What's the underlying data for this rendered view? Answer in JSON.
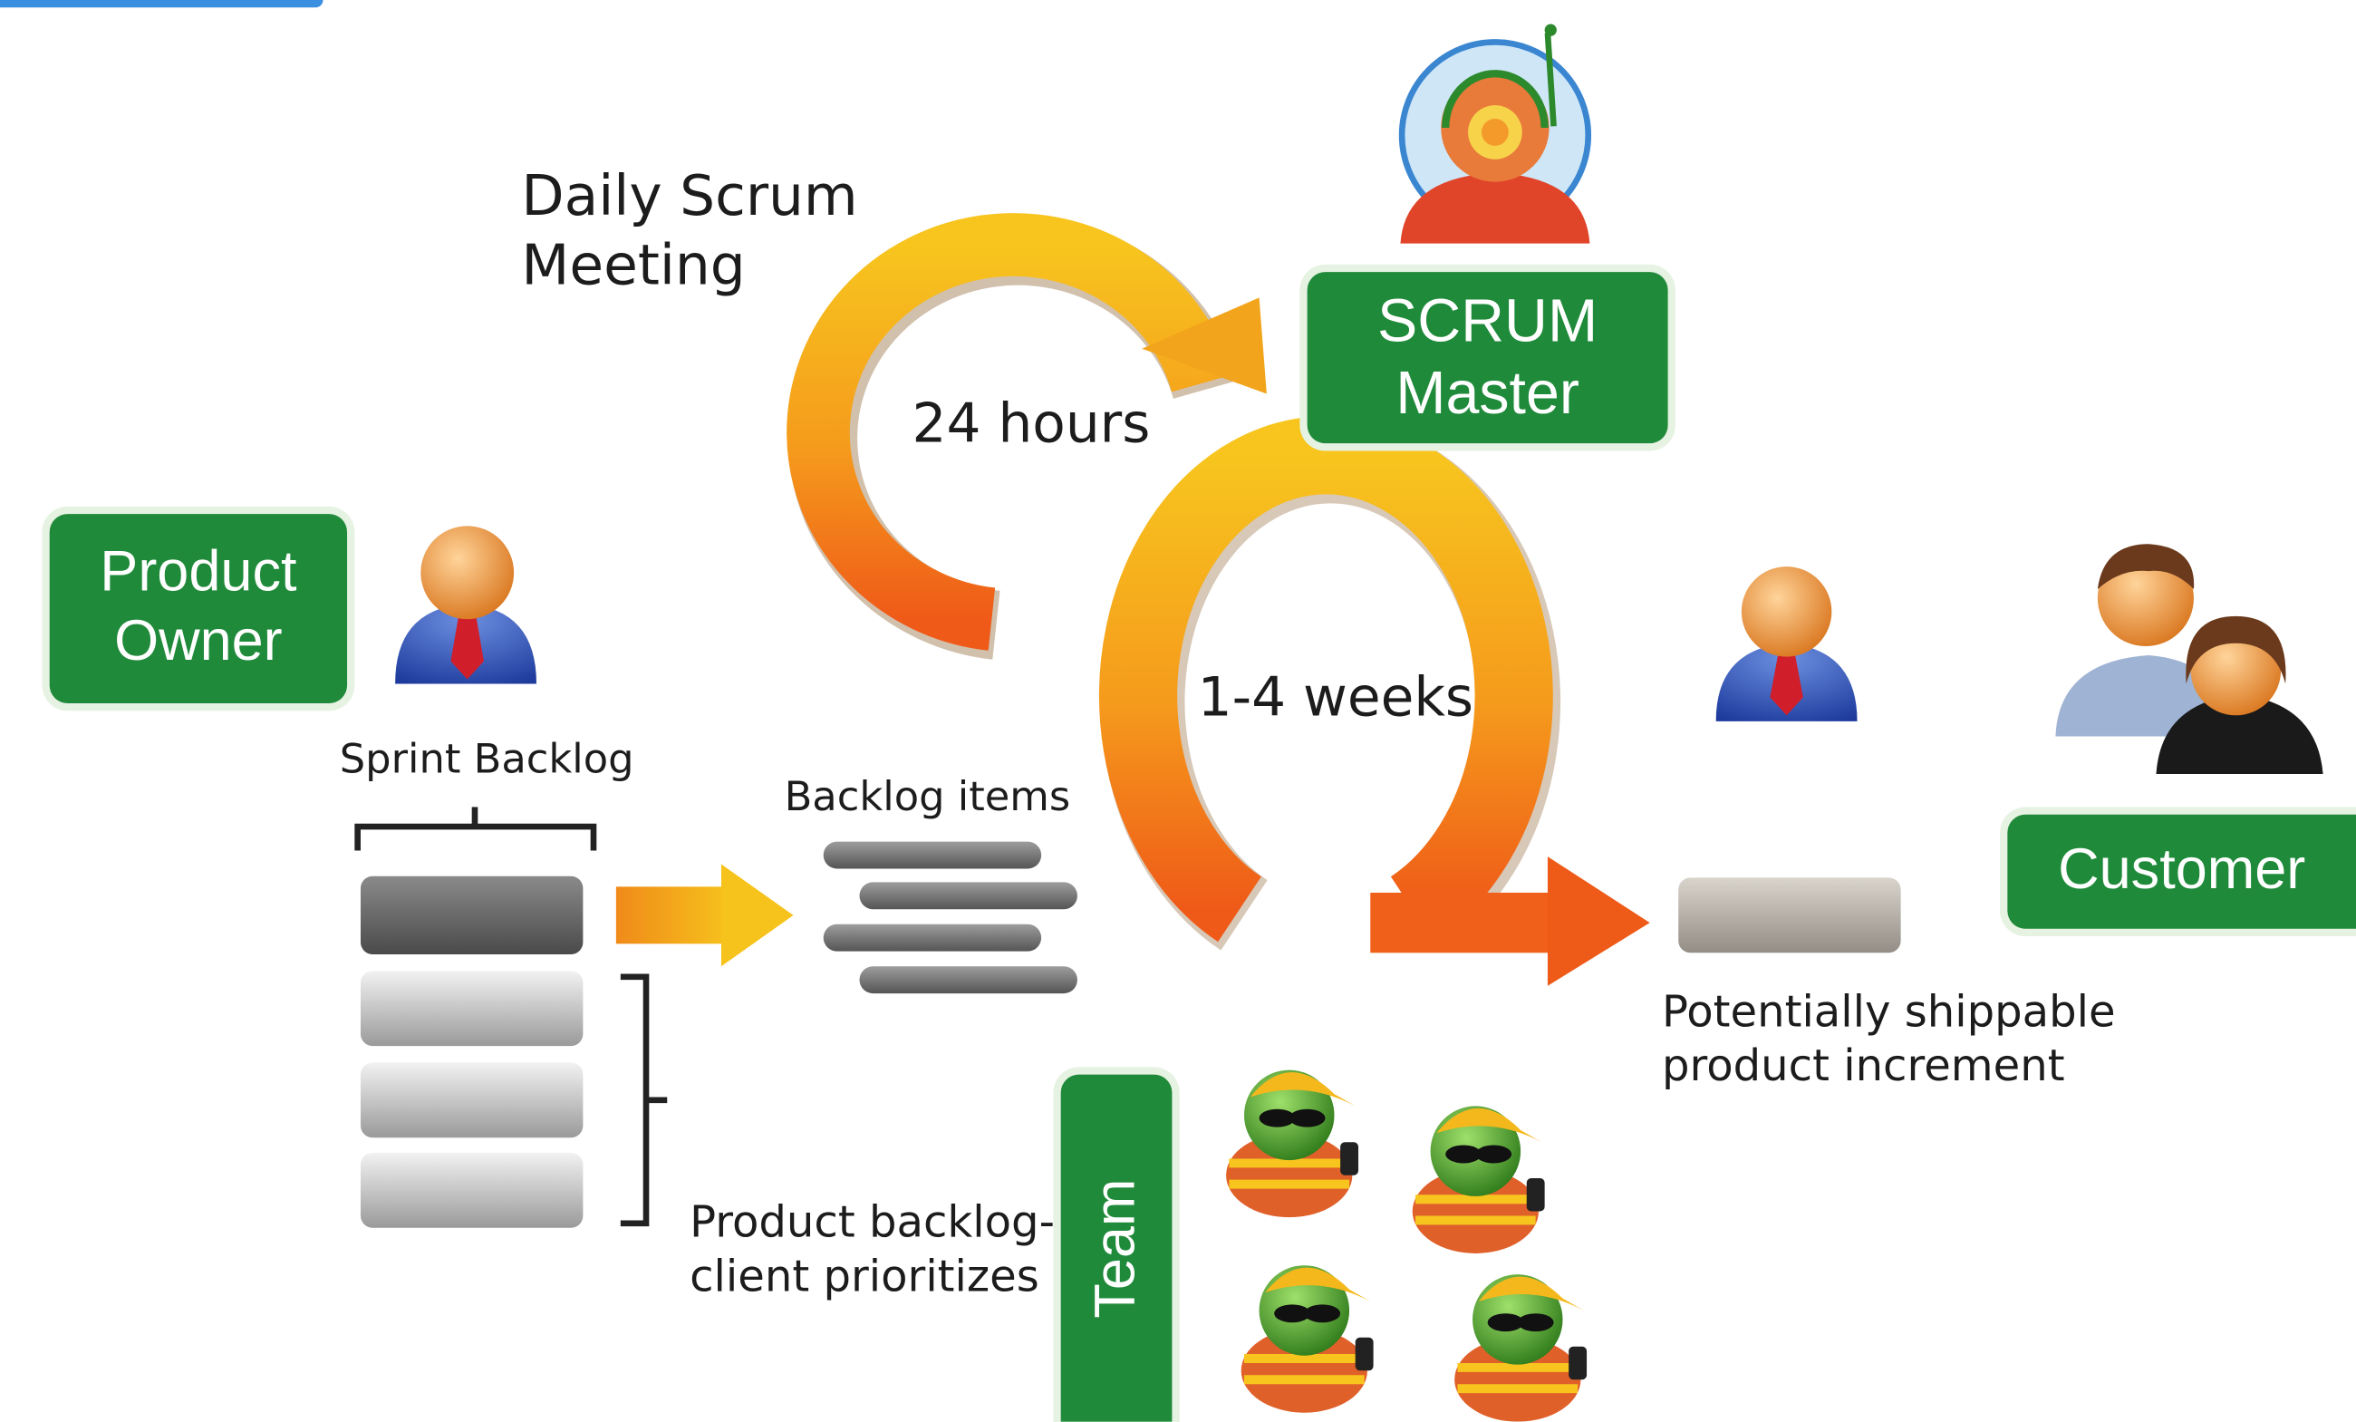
{
  "boxes": {
    "product_owner": "Product\nOwner",
    "scrum_master": "SCRUM\nMaster",
    "customer": "Customer",
    "team": "Team"
  },
  "labels": {
    "daily_scrum": "Daily Scrum\nMeeting",
    "hours": "24 hours",
    "weeks": "1-4 weeks",
    "sprint_backlog": "Sprint Backlog",
    "backlog_items": "Backlog items",
    "product_backlog": "Product backlog-\nclient prioritizes",
    "increment": "Potentially shippable\nproduct increment"
  },
  "colors": {
    "box_green": "#1f8a3a",
    "arrow_yellow": "#f6c21c",
    "arrow_orange": "#f05a1a"
  },
  "icons": [
    "product-owner-icon",
    "scrum-master-icon",
    "stakeholder-icon",
    "customer-icon",
    "team-member-icon"
  ]
}
